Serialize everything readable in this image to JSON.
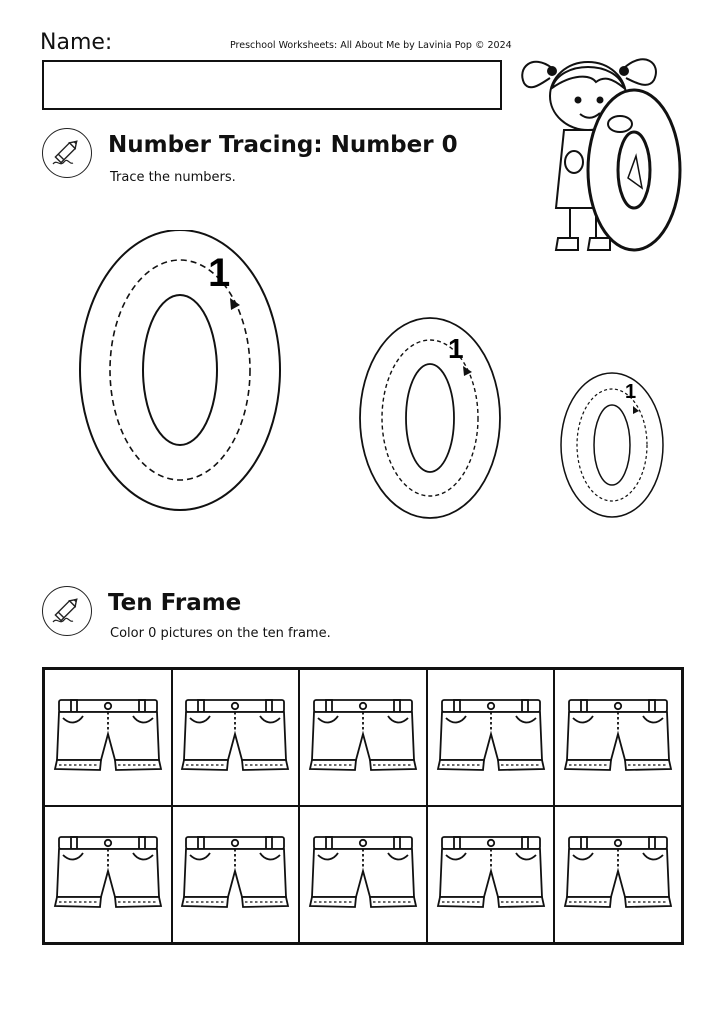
{
  "header": {
    "name_label": "Name:",
    "credit": "Preschool Worksheets: All About Me by Lavinia Pop © 2024"
  },
  "section1": {
    "title": "Number Tracing: Number 0",
    "instruction": "Trace the numbers.",
    "icon": "pencil-icon"
  },
  "tracing": {
    "digit": "0",
    "start_marker": "1",
    "sizes": [
      "large",
      "medium",
      "small"
    ]
  },
  "section2": {
    "title": "Ten Frame",
    "instruction": "Color 0 pictures on the ten frame.",
    "icon": "pencil-icon"
  },
  "ten_frame": {
    "rows": 2,
    "columns": 5,
    "picture": "shorts",
    "cells": [
      "shorts",
      "shorts",
      "shorts",
      "shorts",
      "shorts",
      "shorts",
      "shorts",
      "shorts",
      "shorts",
      "shorts"
    ]
  }
}
